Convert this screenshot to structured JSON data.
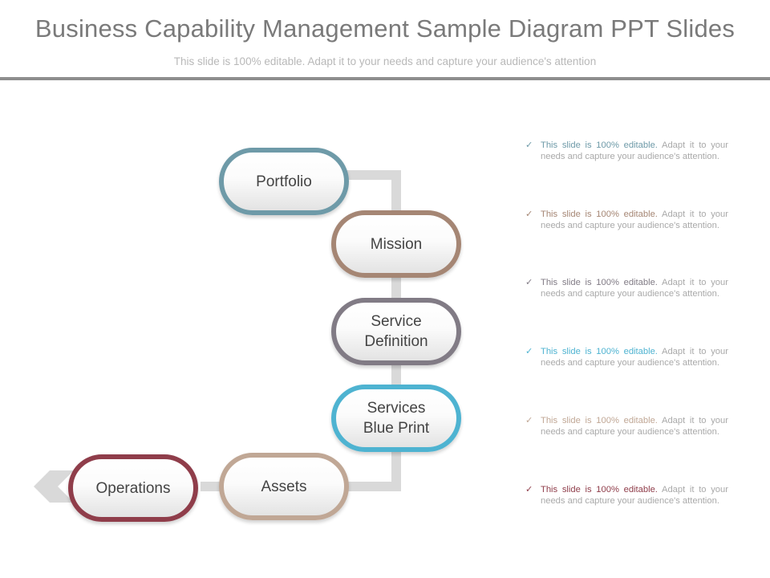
{
  "header": {
    "title": "Business Capability Management Sample Diagram PPT Slides",
    "subtitle": "This slide is 100% editable. Adapt it to your needs and capture your audience's attention"
  },
  "diagram": {
    "nodes": [
      {
        "id": "portfolio",
        "label": "Portfolio",
        "color": "#6e9aa8"
      },
      {
        "id": "mission",
        "label": "Mission",
        "color": "#a58674"
      },
      {
        "id": "service-definition",
        "label": "Service\nDefinition",
        "color": "#817b85"
      },
      {
        "id": "services-blue-print",
        "label": "Services\nBlue Print",
        "color": "#4eb3d1"
      },
      {
        "id": "assets",
        "label": "Assets",
        "color": "#c0a795"
      },
      {
        "id": "operations",
        "label": "Operations",
        "color": "#8f3d4a"
      }
    ],
    "connector_color": "#d9d9d9"
  },
  "notes": [
    {
      "check": "✓",
      "highlight": "This slide is 100% editable.",
      "rest": " Adapt it to your needs and capture your audience's attention.",
      "color": "#6e9aa8"
    },
    {
      "check": "✓",
      "highlight": "This slide is 100% editable.",
      "rest": " Adapt it to your needs and capture your audience's attention.",
      "color": "#a58674"
    },
    {
      "check": "✓",
      "highlight": "This slide is 100% editable.",
      "rest": " Adapt it to your needs and capture your audience's attention.",
      "color": "#817b85"
    },
    {
      "check": "✓",
      "highlight": "This slide is 100% editable.",
      "rest": " Adapt it to your needs and capture your audience's attention.",
      "color": "#4eb3d1"
    },
    {
      "check": "✓",
      "highlight": "This slide is 100% editable.",
      "rest": " Adapt it to your needs and capture your audience's attention.",
      "color": "#c0a795"
    },
    {
      "check": "✓",
      "highlight": "This slide is 100% editable.",
      "rest": " Adapt it to your needs and capture your audience's attention.",
      "color": "#8f3d4a"
    }
  ]
}
